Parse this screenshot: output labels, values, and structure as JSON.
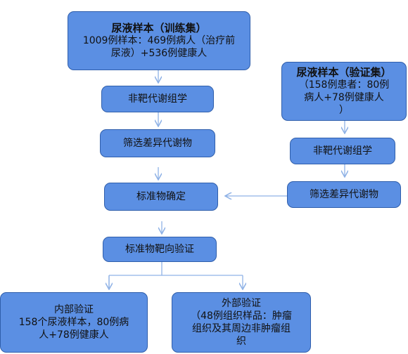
{
  "train": {
    "title": "尿液样本（训练集）",
    "line1": "1009例样本：469例病人（治疗前",
    "line2": "尿液）+536例健康人"
  },
  "valid": {
    "title": "尿液样本（验证集）",
    "line1": "（158例患者：80例",
    "line2": "病人+78例健康人",
    "line3": "）"
  },
  "train_steps": {
    "untargeted": "非靶代谢组学",
    "screen": "筛选差异代谢物"
  },
  "valid_steps": {
    "untargeted": "非靶代谢组学",
    "screen": "筛选差异代谢物"
  },
  "marker_confirm": "标准物确定",
  "marker_verify": "标准物靶向验证",
  "internal": {
    "title": "内部验证",
    "line1": "158个尿液样本，80例病",
    "line2": "人+78例健康人"
  },
  "external": {
    "title": "外部验证",
    "line1": "（48例组织样品：肿瘤",
    "line2": "组织及其周边非肿瘤组",
    "line3": "织"
  }
}
